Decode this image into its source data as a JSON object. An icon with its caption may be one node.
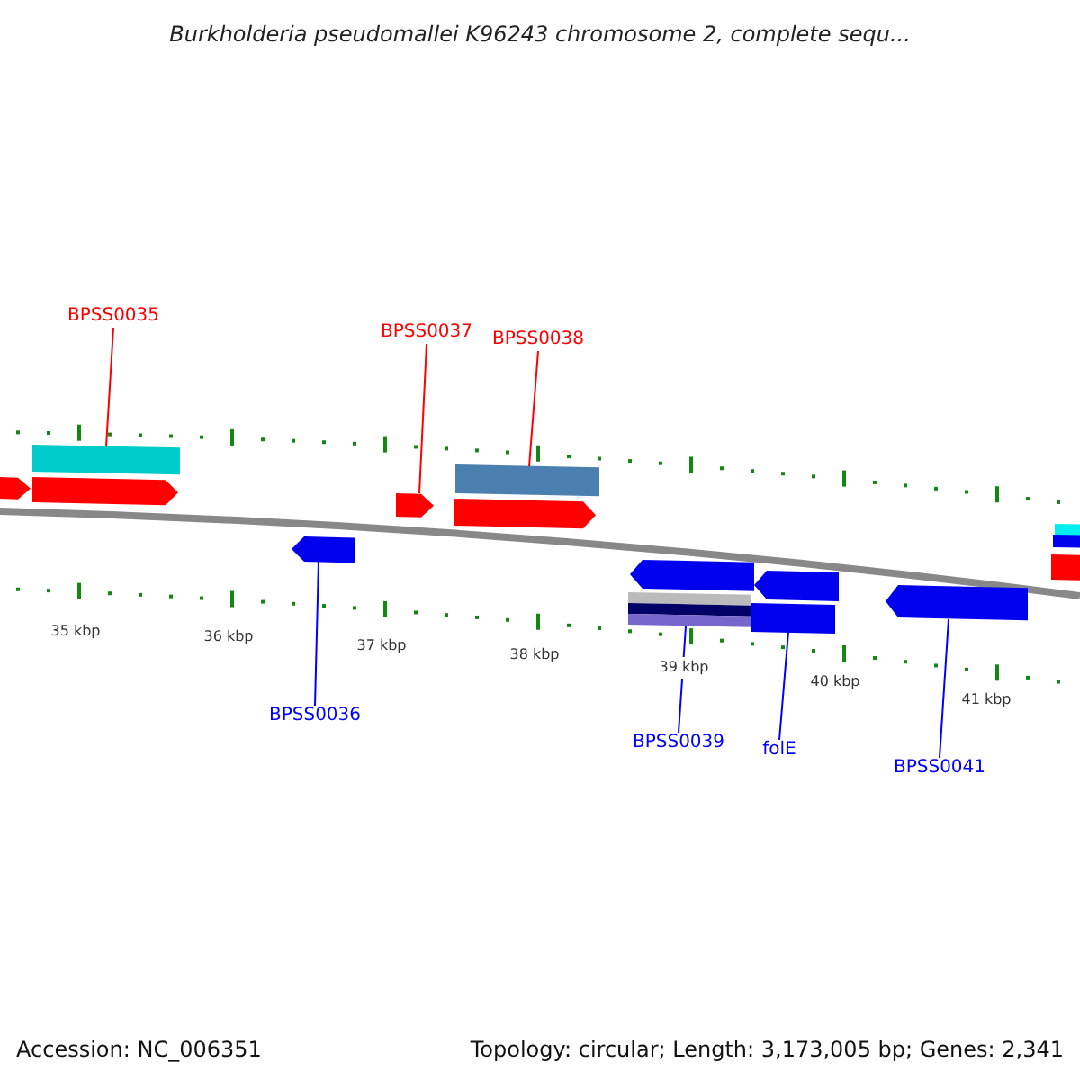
{
  "diagram": {
    "title": "Burkholderia pseudomallei K96243 chromosome 2, complete sequ...",
    "nodes": [
      {
        "text": [
          "BPSS0035"
        ]
      },
      {
        "text": [
          "BPSS0037"
        ]
      },
      {
        "text": [
          "BPSS0038"
        ]
      },
      {
        "text": [
          "BPSS0036"
        ]
      },
      {
        "text": [
          "BPSS0039"
        ]
      },
      {
        "text": [
          "folE"
        ]
      },
      {
        "text": [
          "BPSS0041"
        ]
      },
      {
        "text": [],
        "shape": "bar"
      },
      {
        "text": [],
        "shape": "arrow"
      },
      {
        "text": [],
        "shape": "arrow"
      },
      {
        "text": [],
        "shape": "bar"
      },
      {
        "text": [],
        "shape": "bar"
      },
      {
        "text": [],
        "shape": "bar"
      },
      {
        "text": [],
        "shape": "arrow"
      },
      {
        "text": [],
        "shape": "arrow"
      },
      {
        "text": [],
        "shape": "arrow"
      },
      {
        "text": [],
        "shape": "arrow"
      },
      {
        "text": [],
        "shape": "arrow"
      },
      {
        "text": [],
        "shape": "arrow"
      },
      {
        "text": [],
        "shape": "bar"
      },
      {
        "text": [],
        "shape": "bar"
      },
      {
        "text": [],
        "shape": "bar"
      }
    ],
    "edges": [
      {
        "from": 0,
        "to": 7,
        "arrow": "none",
        "color": "#ff0000"
      },
      {
        "from": 1,
        "to": 9,
        "arrow": "none",
        "color": "#ff0000"
      },
      {
        "from": 2,
        "to": 10,
        "arrow": "none",
        "color": "#ff0000"
      },
      {
        "from": 3,
        "to": 8,
        "arrow": "none"
      },
      {
        "from": 4,
        "to": 11,
        "arrow": "none"
      },
      {
        "from": 5,
        "to": 12,
        "arrow": "none"
      },
      {
        "from": 6,
        "to": 13,
        "arrow": "none"
      }
    ],
    "labels": [
      "35 kbp",
      "36 kbp",
      "37 kbp",
      "38 kbp",
      "39 kbp",
      "40 kbp",
      "41 kbp",
      "Accession: NC_006351",
      "Topology: circular; Length: 3,173,005 bp; Genes: 2,341"
    ]
  }
}
